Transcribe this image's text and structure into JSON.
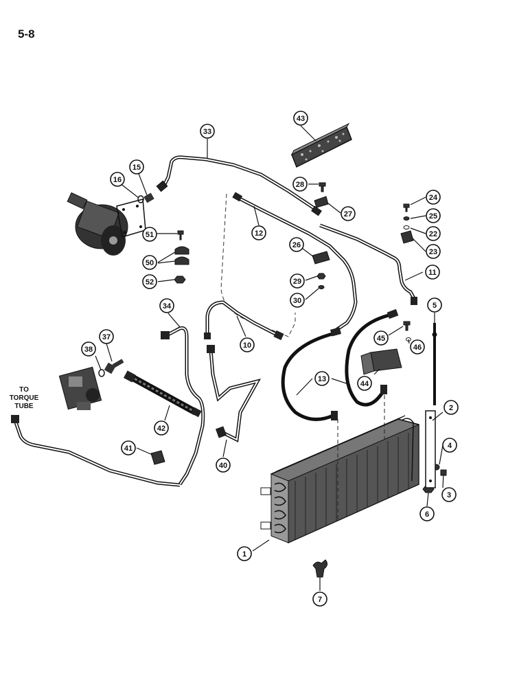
{
  "page": {
    "number": "5-8"
  },
  "note": {
    "line1": "TO",
    "line2": "TORQUE",
    "line3": "TUBE"
  },
  "callouts": [
    {
      "id": "c43",
      "label": "43"
    },
    {
      "id": "c33",
      "label": "33"
    },
    {
      "id": "c15",
      "label": "15"
    },
    {
      "id": "c16",
      "label": "16"
    },
    {
      "id": "c28",
      "label": "28"
    },
    {
      "id": "c27",
      "label": "27"
    },
    {
      "id": "c24",
      "label": "24"
    },
    {
      "id": "c25",
      "label": "25"
    },
    {
      "id": "c22",
      "label": "22"
    },
    {
      "id": "c23",
      "label": "23"
    },
    {
      "id": "c12",
      "label": "12"
    },
    {
      "id": "c51",
      "label": "51"
    },
    {
      "id": "c26",
      "label": "26"
    },
    {
      "id": "c50",
      "label": "50"
    },
    {
      "id": "c52",
      "label": "52"
    },
    {
      "id": "c29",
      "label": "29"
    },
    {
      "id": "c30",
      "label": "30"
    },
    {
      "id": "c11",
      "label": "11"
    },
    {
      "id": "c34",
      "label": "34"
    },
    {
      "id": "c5",
      "label": "5"
    },
    {
      "id": "c10",
      "label": "10"
    },
    {
      "id": "c37",
      "label": "37"
    },
    {
      "id": "c38",
      "label": "38"
    },
    {
      "id": "c45",
      "label": "45"
    },
    {
      "id": "c46",
      "label": "46"
    },
    {
      "id": "c13",
      "label": "13"
    },
    {
      "id": "c44",
      "label": "44"
    },
    {
      "id": "c42",
      "label": "42"
    },
    {
      "id": "c2",
      "label": "2"
    },
    {
      "id": "c41",
      "label": "41"
    },
    {
      "id": "c40",
      "label": "40"
    },
    {
      "id": "c4",
      "label": "4"
    },
    {
      "id": "c3",
      "label": "3"
    },
    {
      "id": "c6",
      "label": "6"
    },
    {
      "id": "c1",
      "label": "1"
    },
    {
      "id": "c7",
      "label": "7"
    }
  ],
  "colors": {
    "ink": "#111111",
    "paper": "#ffffff",
    "mid": "#555555"
  }
}
